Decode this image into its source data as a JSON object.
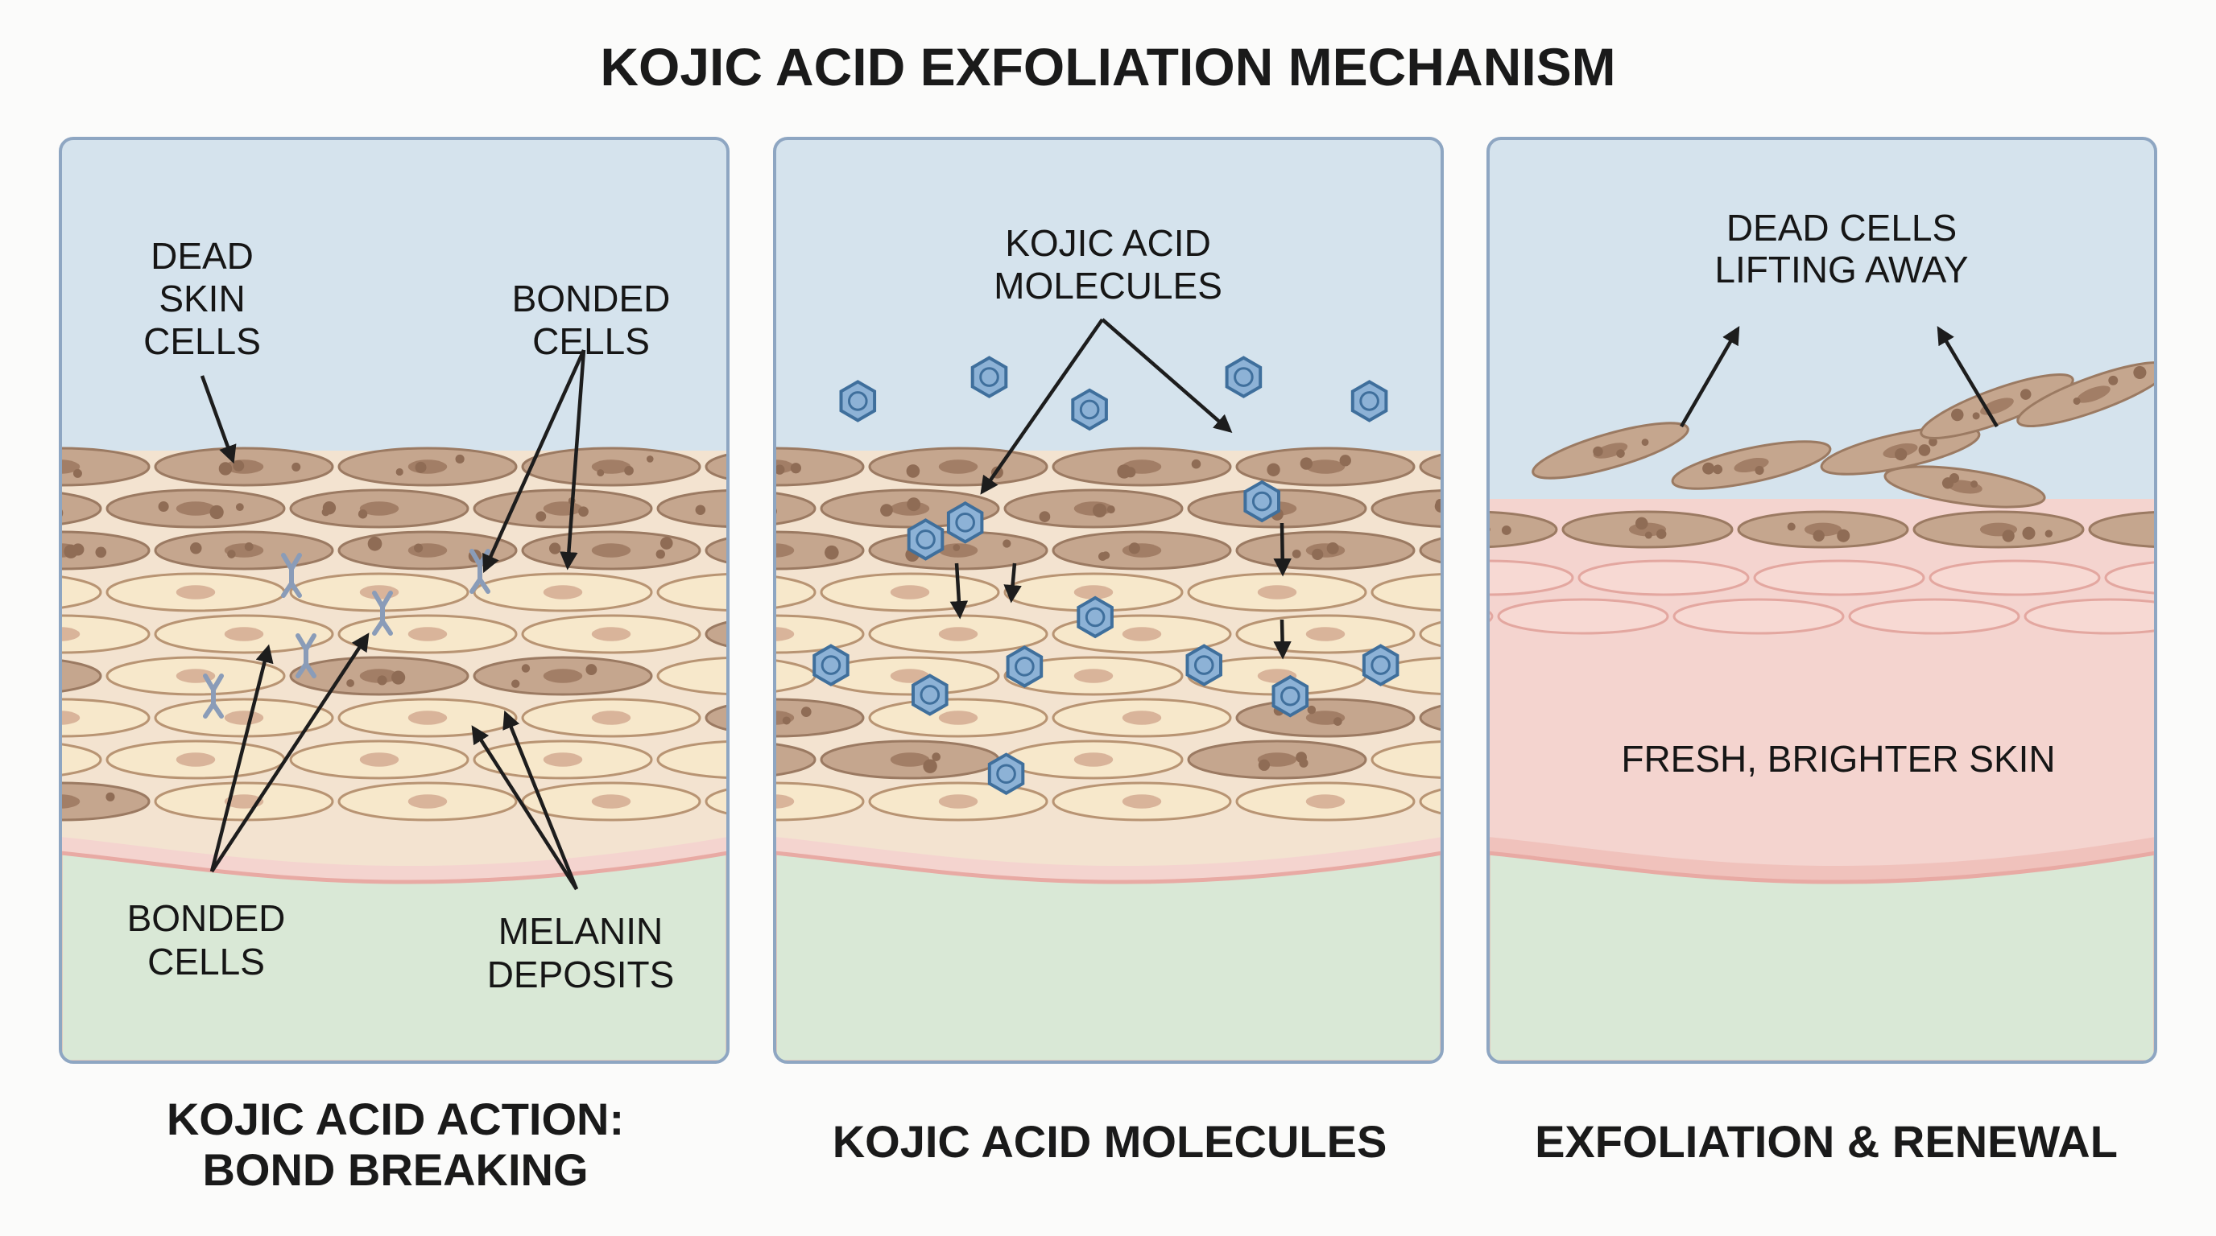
{
  "title": "KOJIC ACID EXFOLIATION MECHANISM",
  "panels": [
    {
      "labels": {
        "dead_skin_cells": [
          "DEAD",
          "SKIN",
          "CELLS"
        ],
        "bonded_cells_top": [
          "BONDED",
          "CELLS"
        ],
        "bonded_cells_bottom": [
          "BONDED",
          "CELLS"
        ],
        "melanin_deposits": [
          "MELANIN",
          "DEPOSITS"
        ]
      },
      "caption": [
        "KOJIC ACID ACTION:",
        "BOND BREAKING"
      ]
    },
    {
      "labels": {
        "kojic_acid_molecules": [
          "KOJIC ACID",
          "MOLECULES"
        ]
      },
      "caption": [
        "KOJIC ACID MOLECULES"
      ]
    },
    {
      "labels": {
        "dead_cells_lifting": [
          "DEAD CELLS",
          "LIFTING AWAY"
        ],
        "fresh_skin": "FRESH, BRIGHTER SKIN"
      },
      "caption": [
        "EXFOLIATION & RENEWAL"
      ]
    }
  ],
  "colors": {
    "sky": "#d5e3ed",
    "dead_cell": "#c5a68e",
    "live_cell": "#f7e8cb",
    "pink": "#f4d4cf",
    "dermis": "#d9e8d6",
    "molecule": "#8db2d6",
    "border": "#8ea6c2"
  }
}
